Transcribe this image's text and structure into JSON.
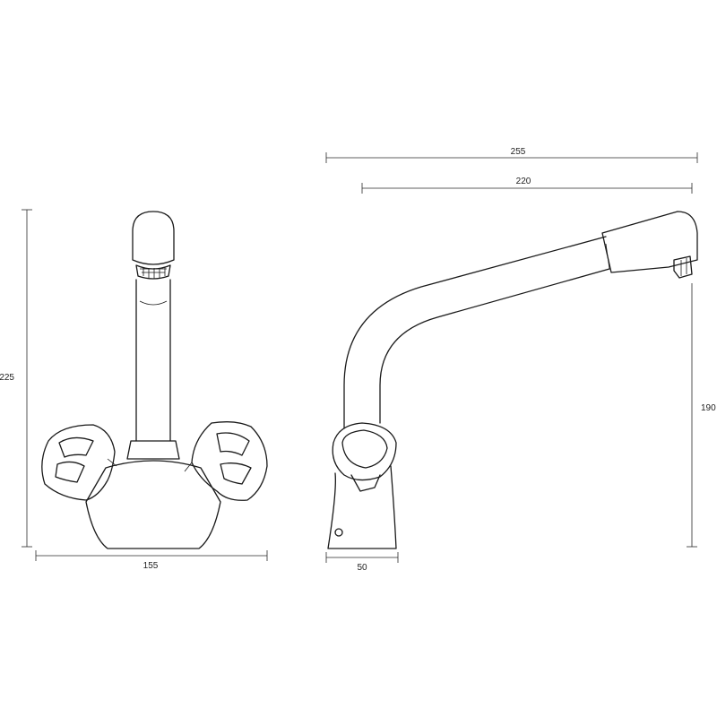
{
  "drawing": {
    "front_view": {
      "height_label": "225",
      "width_label": "155"
    },
    "side_view": {
      "reach_label": "255",
      "inner_reach_label": "220",
      "spout_height_label": "190",
      "base_depth_label": "50"
    }
  }
}
